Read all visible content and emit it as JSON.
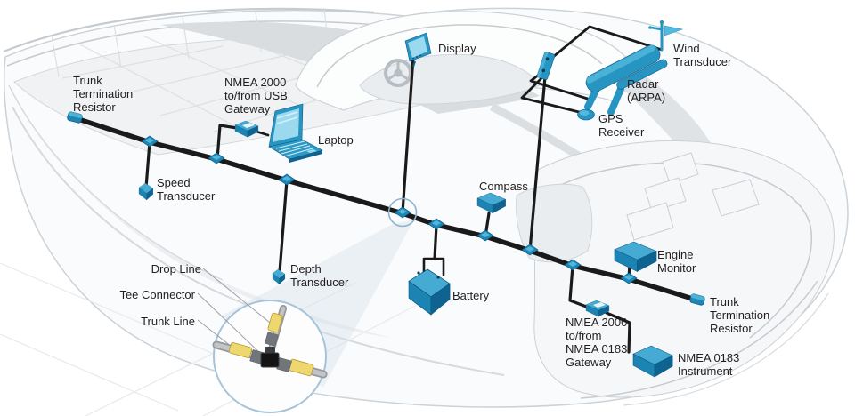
{
  "labels": {
    "trunk_term_left": [
      "Trunk",
      "Termination",
      "Resistor"
    ],
    "speed_transducer": [
      "Speed",
      "Transducer"
    ],
    "usb_gateway": [
      "NMEA 2000",
      "to/from USB",
      "Gateway"
    ],
    "laptop": [
      "Laptop"
    ],
    "display": [
      "Display"
    ],
    "wind_transducer": [
      "Wind",
      "Transducer"
    ],
    "radar": [
      "Radar",
      "(ARPA)"
    ],
    "gps_receiver": [
      "GPS",
      "Receiver"
    ],
    "compass": [
      "Compass"
    ],
    "battery": [
      "Battery"
    ],
    "engine_monitor": [
      "Engine",
      "Monitor"
    ],
    "depth_transducer": [
      "Depth",
      "Transducer"
    ],
    "trunk_term_right": [
      "Trunk",
      "Termination",
      "Resistor"
    ],
    "nmea0183_gateway": [
      "NMEA 2000",
      "to/from",
      "NMEA 0183",
      "Gateway"
    ],
    "nmea0183_instrument": [
      "NMEA 0183",
      "Instrument"
    ],
    "inset": {
      "drop_line": "Drop Line",
      "tee_connector": "Tee Connector",
      "trunk_line": "Trunk Line"
    }
  },
  "colors": {
    "accent_teal": "#1d86b5",
    "accent_teal_light": "#54b9dc",
    "accent_teal_dark": "#0e6390",
    "cable_black": "#1a1a1a",
    "hull_outline": "#cdd2d6",
    "hull_fill": "#fafbfc",
    "connector_yellow": "#efd76f",
    "inset_ring_blue": "#a5c3d9",
    "label_text": "#221e1f"
  },
  "icons": [
    "terminator-icon",
    "tee-connector-icon",
    "laptop-icon",
    "display-icon",
    "wind-transducer-icon",
    "radar-icon",
    "gps-dome-icon",
    "compass-icon",
    "battery-icon",
    "engine-monitor-icon",
    "gateway-icon",
    "instrument-icon",
    "steering-wheel-icon",
    "magnifier-circle-icon"
  ]
}
